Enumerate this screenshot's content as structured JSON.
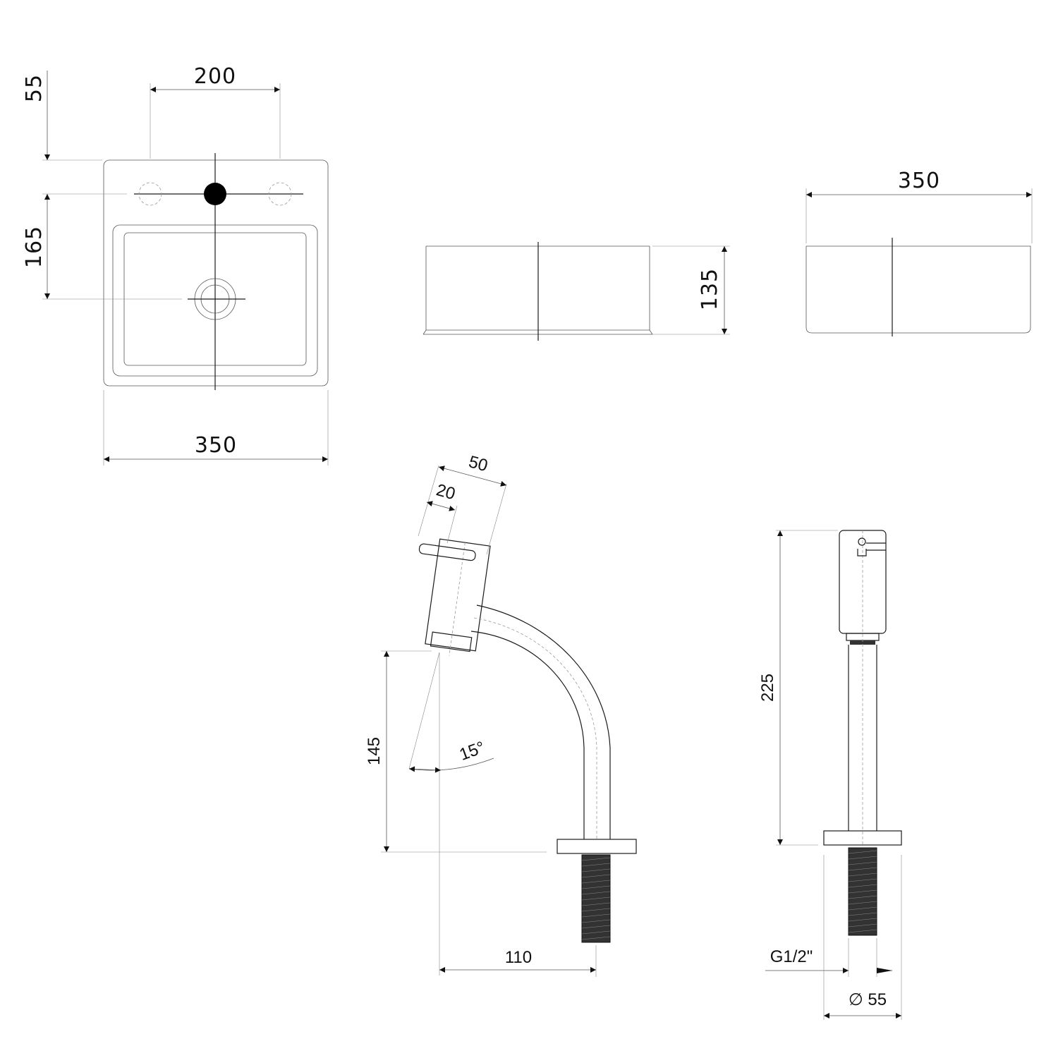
{
  "basin_top": {
    "dim_width": "350",
    "dim_hole_spacing": "200",
    "dim_back_offset": "55",
    "dim_hole_to_drain": "165"
  },
  "basin_front": {
    "dim_height": "135"
  },
  "basin_side": {
    "dim_width": "350"
  },
  "faucet_side": {
    "dim_top_width": "50",
    "dim_handle": "20",
    "dim_spout_height": "145",
    "dim_angle": "15°",
    "dim_reach": "110"
  },
  "faucet_front": {
    "dim_height": "225",
    "thread": "G1/2\"",
    "dim_diameter": "∅ 55"
  }
}
